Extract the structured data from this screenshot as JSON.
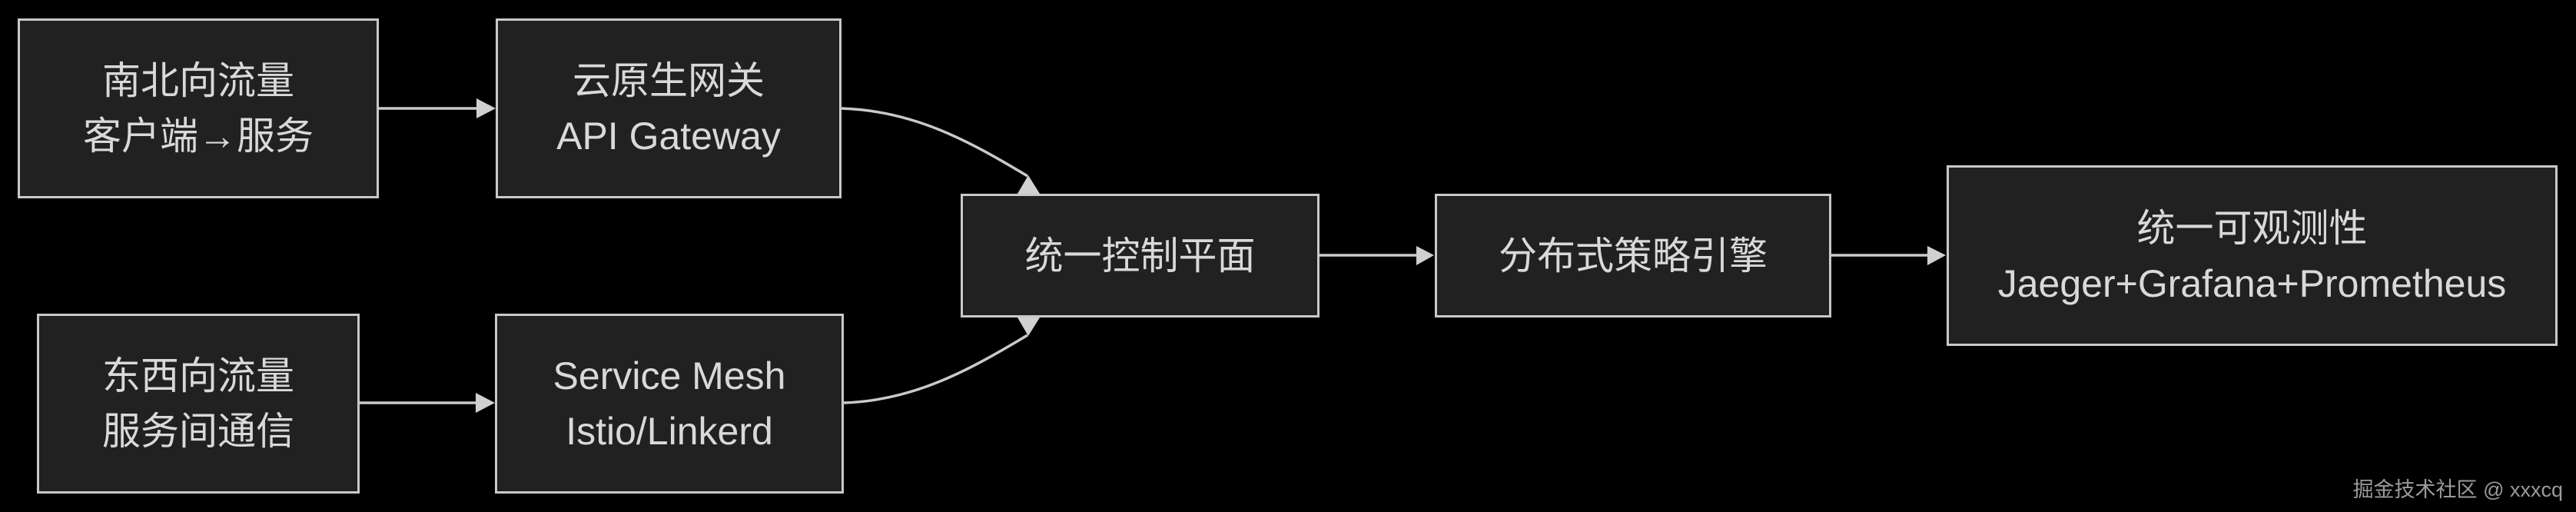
{
  "diagram_title": "",
  "colors": {
    "background": "#000000",
    "box_fill": "#212121",
    "box_border": "#c9c9c9",
    "text": "#d9d9d9",
    "connector": "#c9c9c9",
    "watermark": "#9a9a9a"
  },
  "nodes": {
    "north_south": {
      "line1": "南北向流量",
      "line2": "客户端→服务"
    },
    "api_gateway": {
      "line1": "云原生网关",
      "line2": "API Gateway"
    },
    "east_west": {
      "line1": "东西向流量",
      "line2": "服务间通信"
    },
    "service_mesh": {
      "line1": "Service Mesh",
      "line2": "Istio/Linkerd"
    },
    "control_plane": {
      "line1": "统一控制平面"
    },
    "policy_engine": {
      "line1": "分布式策略引擎"
    },
    "observability": {
      "line1": "统一可观测性",
      "line2": "Jaeger+Grafana+Prometheus"
    }
  },
  "edges": [
    {
      "from": "north_south",
      "to": "api_gateway"
    },
    {
      "from": "east_west",
      "to": "service_mesh"
    },
    {
      "from": "api_gateway",
      "to": "control_plane"
    },
    {
      "from": "service_mesh",
      "to": "control_plane"
    },
    {
      "from": "control_plane",
      "to": "policy_engine"
    },
    {
      "from": "policy_engine",
      "to": "observability"
    }
  ],
  "watermark": "掘金技术社区 @ xxxcq"
}
